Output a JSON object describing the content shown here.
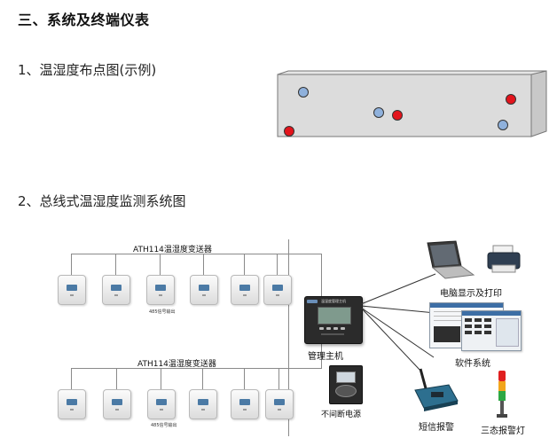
{
  "title": "三、系统及终端仪表",
  "section1": {
    "heading": "1、温湿度布点图(示例)"
  },
  "section2": {
    "heading": "2、总线式温湿度监测系统图"
  },
  "diagram": {
    "bus1_label": "ATH114温湿度变送器",
    "bus1_signal": "485信号输出",
    "bus2_label": "ATH114温湿度变送器",
    "bus2_signal": "485信号输出",
    "controller_label": "管理主机",
    "controller_panel_text": "温湿度管理主机",
    "ups_label": "不间断电源",
    "pc_label": "电脑显示及打印",
    "software_label": "软件系统",
    "sms_label": "短信报警",
    "alarm_light_label": "三态报警灯"
  },
  "colors": {
    "sensor_normal": "#8fb1dc",
    "sensor_alarm": "#e3141c",
    "box_face": "#dcdcdc"
  }
}
